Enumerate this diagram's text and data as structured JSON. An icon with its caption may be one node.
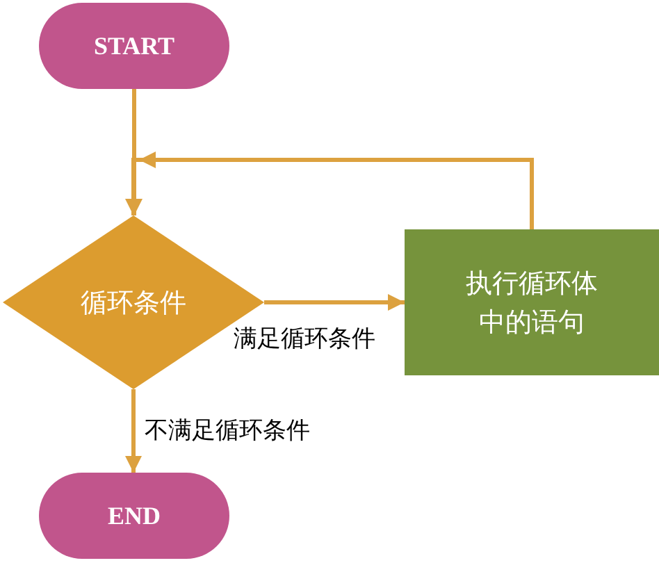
{
  "diagram": {
    "nodes": [
      {
        "text": [
          "START"
        ]
      },
      {
        "text": [
          "循环条件"
        ]
      },
      {
        "text": [
          "执行循环体中的语句"
        ]
      },
      {
        "text": [
          "END"
        ]
      }
    ],
    "edges": [
      {
        "from": 0,
        "to": 1,
        "arrow": "to"
      },
      {
        "from": 2,
        "to": 1,
        "arrow": "to"
      },
      {
        "from": 1,
        "to": 2,
        "arrow": "to",
        "label": "满足循环条件"
      },
      {
        "from": 1,
        "to": 3,
        "arrow": "to",
        "label": "不满足循环条件"
      }
    ]
  }
}
